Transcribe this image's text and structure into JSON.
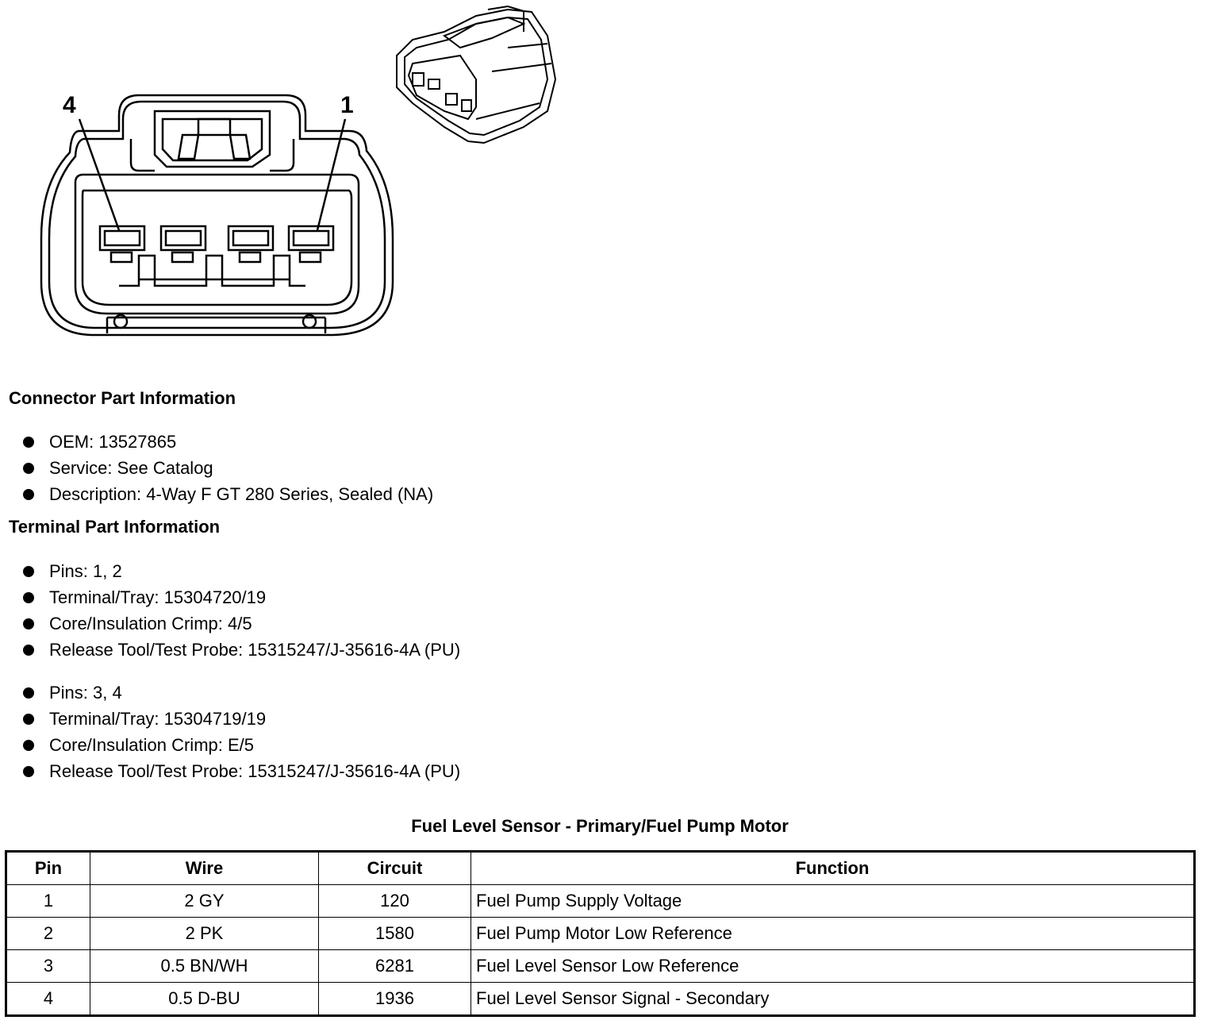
{
  "diagram": {
    "pin_labels": {
      "left": "4",
      "right": "1"
    }
  },
  "connector_info": {
    "heading": "Connector Part Information",
    "items": [
      "OEM: 13527865",
      "Service: See Catalog",
      "Description: 4-Way F GT 280 Series, Sealed (NA)"
    ]
  },
  "terminal_info": {
    "heading": "Terminal Part Information",
    "group1": [
      "Pins: 1, 2",
      "Terminal/Tray: 15304720/19",
      "Core/Insulation Crimp: 4/5",
      "Release Tool/Test Probe: 15315247/J-35616-4A (PU)"
    ],
    "group2": [
      "Pins: 3, 4",
      "Terminal/Tray: 15304719/19",
      "Core/Insulation Crimp: E/5",
      "Release Tool/Test Probe: 15315247/J-35616-4A (PU)"
    ]
  },
  "table": {
    "title": "Fuel Level Sensor - Primary/Fuel Pump Motor",
    "headers": [
      "Pin",
      "Wire",
      "Circuit",
      "Function"
    ],
    "rows": [
      [
        "1",
        "2 GY",
        "120",
        "Fuel Pump Supply Voltage"
      ],
      [
        "2",
        "2 PK",
        "1580",
        "Fuel Pump Motor Low Reference"
      ],
      [
        "3",
        "0.5 BN/WH",
        "6281",
        "Fuel Level Sensor Low Reference"
      ],
      [
        "4",
        "0.5 D-BU",
        "1936",
        "Fuel Level Sensor Signal - Secondary"
      ]
    ]
  }
}
